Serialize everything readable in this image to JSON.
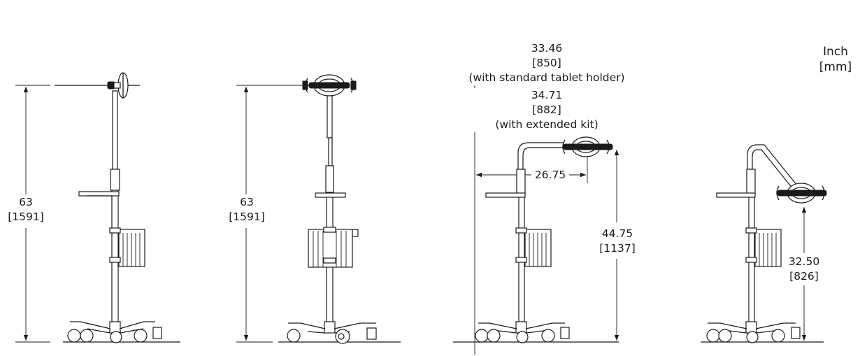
{
  "units": {
    "line1": "Inch",
    "line2": "[mm]"
  },
  "views": [
    {
      "height_in": "63",
      "height_mm": "[1591]"
    },
    {
      "height_in": "63",
      "height_mm": "[1591]"
    },
    {
      "width_std_in": "33.46",
      "width_std_mm": "[850]",
      "width_std_note": "(with standard tablet holder)",
      "width_ext_in": "34.71",
      "width_ext_mm": "[882]",
      "width_ext_note": "(with extended kit)",
      "reach_in": "26.75",
      "height_in": "44.75",
      "height_mm": "[1137]"
    },
    {
      "height_in": "32.50",
      "height_mm": "[826]"
    }
  ]
}
